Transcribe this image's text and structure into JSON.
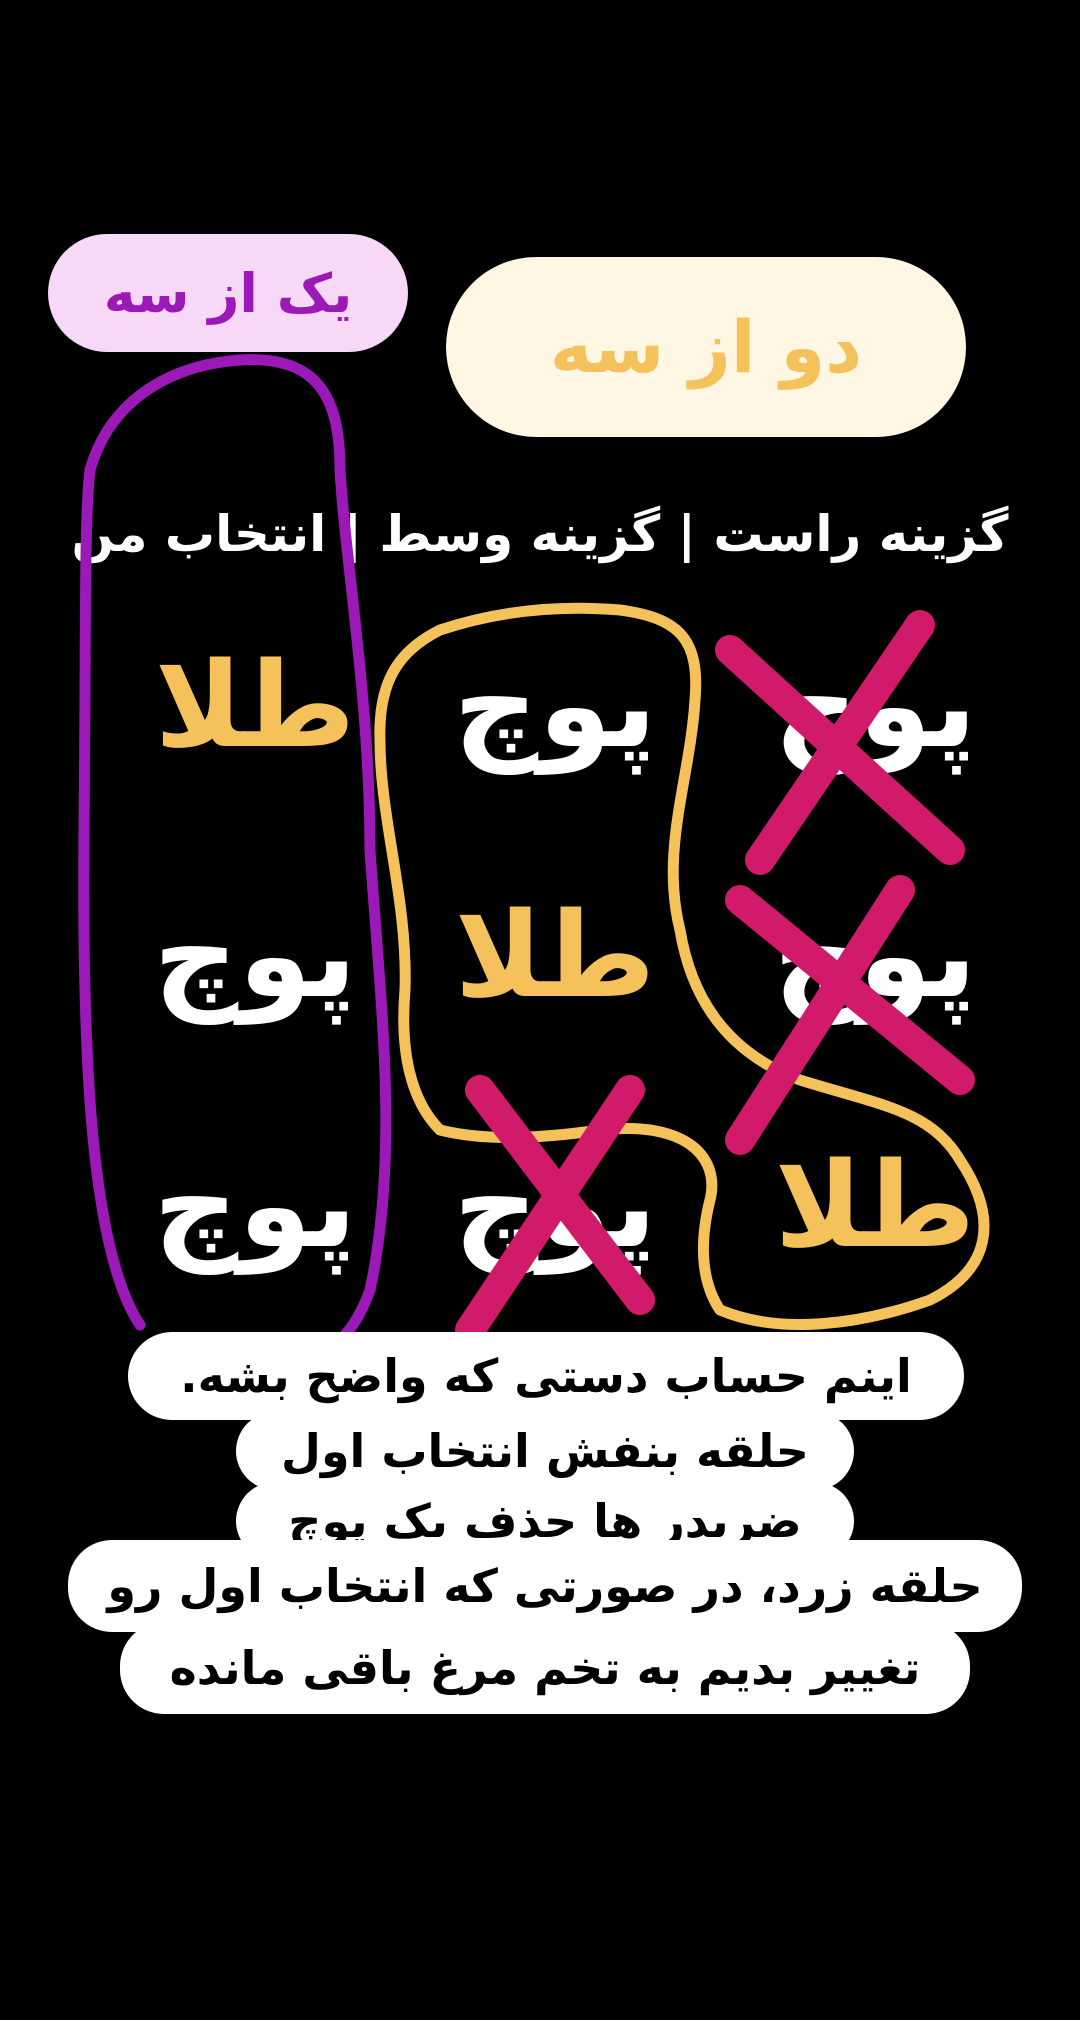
{
  "labels": {
    "one_of_three": "یک از سه",
    "two_of_three": "دو از سه"
  },
  "header": "گزینه راست | گزینه وسط | انتخاب من",
  "grid": {
    "row1": [
      "پوچ",
      "پوچ",
      "طلا"
    ],
    "row2": [
      "پوچ",
      "طلا",
      "پوچ"
    ],
    "row3": [
      "طلا",
      "پوچ",
      "پوچ"
    ]
  },
  "notes": [
    "اینم حساب دستی که واضح بشه.",
    "حلقه بنفش انتخاب اول",
    "ضربدر ها حذف یک پوچ",
    "حلقه زرد، در صورتی که انتخاب اول رو",
    "تغییر بدیم به تخم مرغ باقی مانده"
  ],
  "colors": {
    "background": "#000000",
    "purple": "#9b19b6",
    "gold": "#f5c15a",
    "magenta": "#d21a6a",
    "white": "#ffffff"
  }
}
